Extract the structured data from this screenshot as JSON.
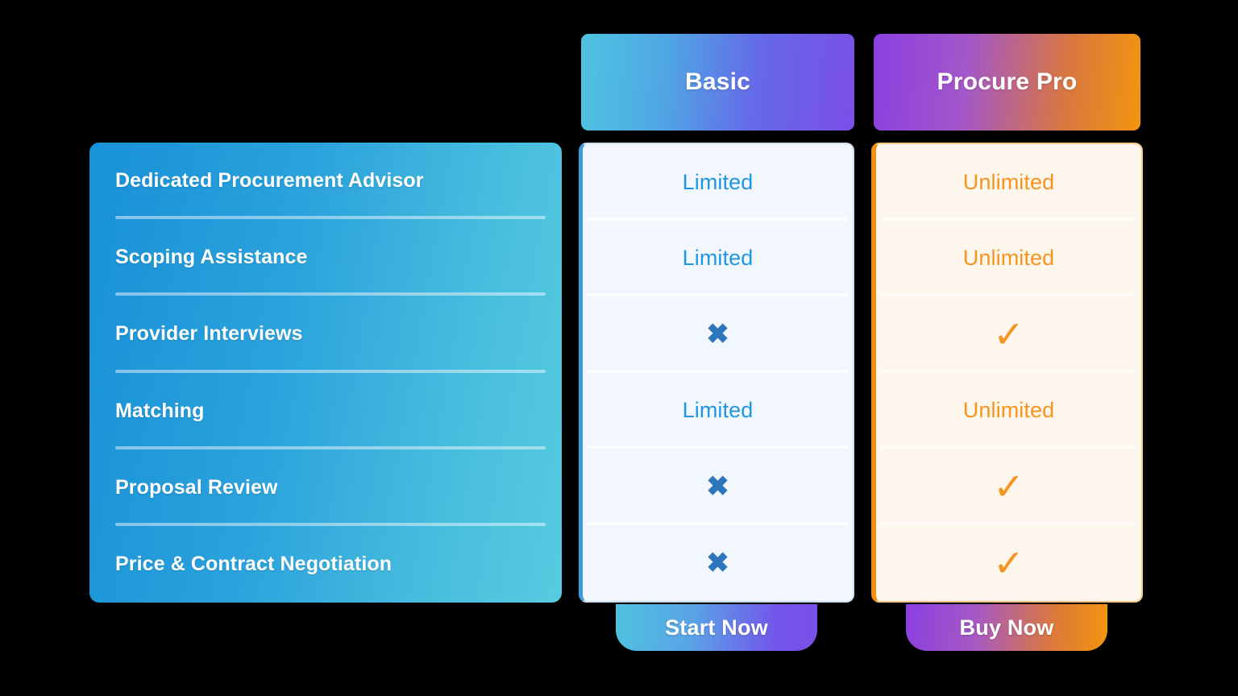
{
  "background_color": "#000000",
  "plans": [
    {
      "id": "basic",
      "name": "Basic",
      "header_gradient_from": "#4EC3E0",
      "header_gradient_to": "#7B4FE8",
      "accent_color": "#2196E3",
      "body_background": "#F2F7FD",
      "cta_label": "Start Now",
      "values": [
        {
          "type": "text",
          "label": "Limited"
        },
        {
          "type": "text",
          "label": "Limited"
        },
        {
          "type": "icon",
          "icon": "cross-icon",
          "label": "✖"
        },
        {
          "type": "text",
          "label": "Limited"
        },
        {
          "type": "icon",
          "icon": "cross-icon",
          "label": "✖"
        },
        {
          "type": "icon",
          "icon": "cross-icon",
          "label": "✖"
        }
      ]
    },
    {
      "id": "pro",
      "name": "Procure Pro",
      "header_gradient_from": "#8B3FE0",
      "header_gradient_to": "#F2950F",
      "accent_color": "#F7941E",
      "body_background": "#FDF6ED",
      "cta_label": "Buy Now",
      "values": [
        {
          "type": "text",
          "label": "Unlimited"
        },
        {
          "type": "text",
          "label": "Unlimited"
        },
        {
          "type": "icon",
          "icon": "check-icon",
          "label": "✓"
        },
        {
          "type": "text",
          "label": "Unlimited"
        },
        {
          "type": "icon",
          "icon": "check-icon",
          "label": "✓"
        },
        {
          "type": "icon",
          "icon": "check-icon",
          "label": "✓"
        }
      ]
    }
  ],
  "features": {
    "card_gradient_from": "#1791D8",
    "card_gradient_to": "#56CBE0",
    "items": [
      {
        "label": "Dedicated Procurement Advisor"
      },
      {
        "label": "Scoping Assistance"
      },
      {
        "label": "Provider Interviews"
      },
      {
        "label": "Matching"
      },
      {
        "label": "Proposal Review"
      },
      {
        "label": "Price & Contract Negotiation"
      }
    ]
  }
}
